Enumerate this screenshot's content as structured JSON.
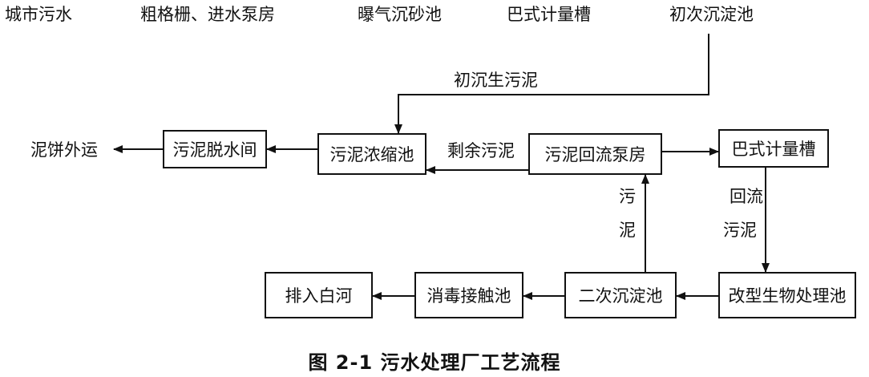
{
  "top_labels": [
    "城市污水",
    "粗格栅、进水泵房",
    "曝气沉砂池",
    "巴式计量槽",
    "初次沉淀池"
  ],
  "flow_labels": {
    "primary_sludge": "初沉生污泥",
    "excess_sludge": "剩余污泥",
    "sludge_cake": "泥饼外运",
    "return_sludge_1": "回流",
    "return_sludge_2": "污泥",
    "sludge_vertical_1": "污",
    "sludge_vertical_2": "泥"
  },
  "boxes": {
    "dewatering": "污泥脱水间",
    "thickener": "污泥浓缩池",
    "return_pump": "污泥回流泵房",
    "parshall": "巴式计量槽",
    "bio": "改型生物处理池",
    "secondary": "二次沉淀池",
    "disinfection": "消毒接触池",
    "discharge": "排入白河"
  },
  "caption": "图 2-1 污水处理厂工艺流程"
}
